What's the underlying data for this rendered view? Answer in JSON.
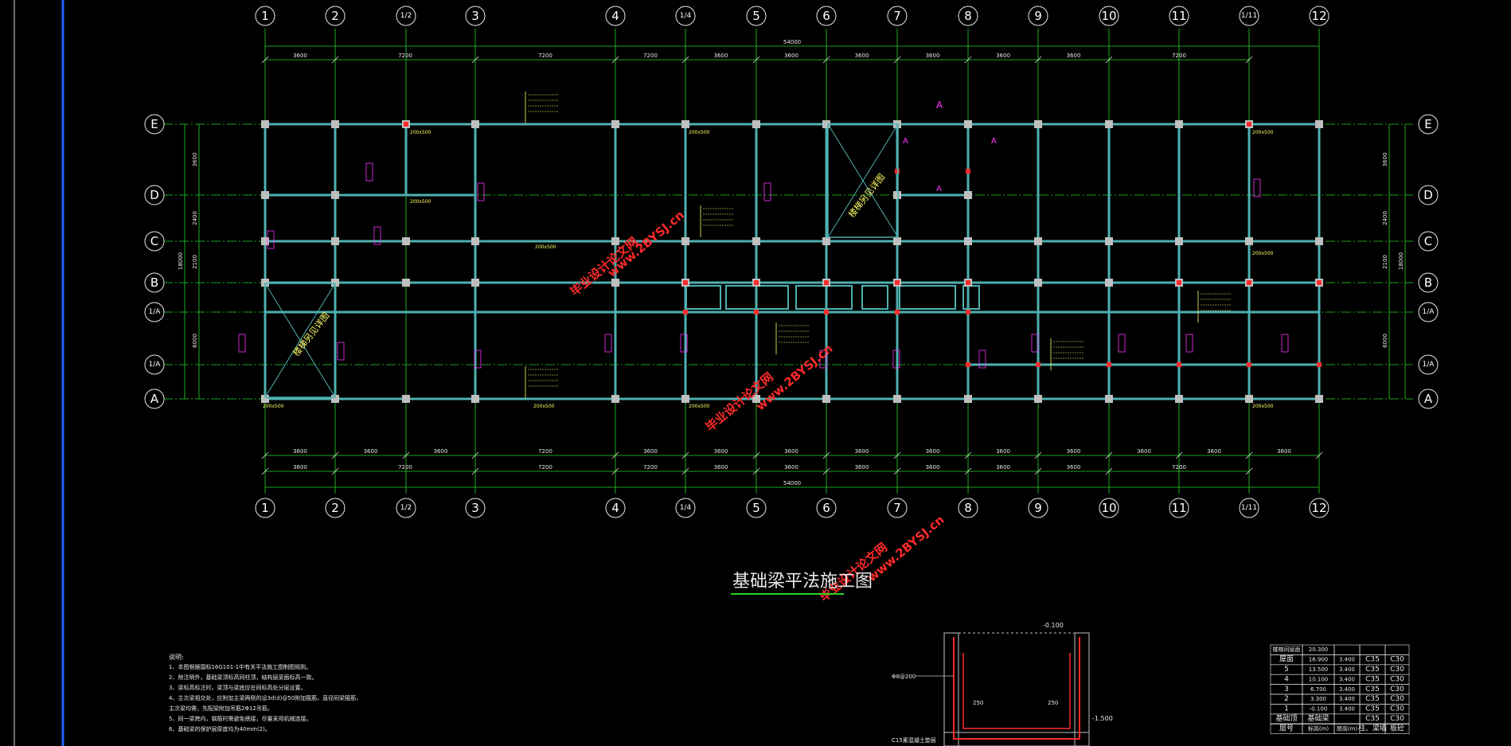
{
  "drawing": {
    "title": "基础梁平法施工图",
    "grid_columns": [
      "1",
      "2",
      "1/2",
      "3",
      "4",
      "1/4",
      "5",
      "6",
      "7",
      "8",
      "9",
      "10",
      "11",
      "1/11",
      "12"
    ],
    "grid_rows": [
      "E",
      "D",
      "C",
      "B",
      "1/A",
      "1/A",
      "A"
    ],
    "overall_dimension": "54000",
    "top_spacings": [
      "3600",
      "7200",
      "7200",
      "7200",
      "3600",
      "3600",
      "3600",
      "3600",
      "3600",
      "3600",
      "7200"
    ],
    "bottom_spacings": [
      "3600",
      "3600",
      "3600",
      "7200",
      "3600",
      "3600",
      "3600",
      "3600",
      "3600",
      "3600",
      "3600",
      "3600",
      "3600",
      "3600"
    ],
    "left_row_dims": [
      "3600",
      "2400",
      "2100",
      "6000"
    ],
    "left_total_dim": "18000",
    "stair_labels": [
      "楼梯另见详图",
      "楼梯另见详图"
    ],
    "beam_tag_size": "200x500",
    "section_marker": "A",
    "watermark_text": [
      "毕业设计论文网",
      "www.2BYSJ.cn"
    ]
  },
  "notes": {
    "title": "说明:",
    "items": [
      "1、本图根据国标16G101-1中有关平法施工图制图规则。",
      "2、除注明外，基础梁顶标高同柱顶，结构层梁面标高一致。",
      "3、梁标高标注时，梁顶与梁底应在同标高处分层设置。",
      "4、主次梁相交处，应附加主梁两侧的设3d(d)@50附加箍筋，直径同梁箍筋，",
      "   主次梁均需，先配梁附加吊筋2Φ12吊筋。",
      "5、同一梁跨内，钢筋时需避免搭接，尽量采用机械连接。",
      "6、基础梁的保护层厚度均为40mm(2)。"
    ]
  },
  "section_detail": {
    "labels": [
      "-0.100",
      "-1.500",
      "C15素混凝土垫层",
      "250",
      "250",
      "Φ8@200"
    ]
  },
  "floor_table": {
    "header_label": "楼梯间层面",
    "header_value": "20.300",
    "rows": [
      [
        "屋面",
        "16.900",
        "3.400",
        "C35",
        "C30"
      ],
      [
        "5",
        "13.500",
        "3.400",
        "C35",
        "C30"
      ],
      [
        "4",
        "10.100",
        "3.400",
        "C35",
        "C30"
      ],
      [
        "3",
        "6.700",
        "3.400",
        "C35",
        "C30"
      ],
      [
        "2",
        "3.300",
        "3.400",
        "C35",
        "C30"
      ],
      [
        "1",
        "-0.100",
        "3.400",
        "C35",
        "C30"
      ],
      [
        "基础顶",
        "基础梁",
        "",
        "C35",
        "C30"
      ]
    ],
    "footer": [
      "层号",
      "标高(m)",
      "层高(m)",
      "柱、梁墙",
      "板砼"
    ]
  },
  "colors": {
    "background": "#000000",
    "grid_line": "#27d627",
    "beam": "#4fb0b0",
    "column": "#bfbfbf",
    "annotation_yellow": "#ffff66",
    "annotation_magenta": "#ff33ff",
    "watermark": "#ff2a2a",
    "frame_blue": "#1e63ff"
  }
}
